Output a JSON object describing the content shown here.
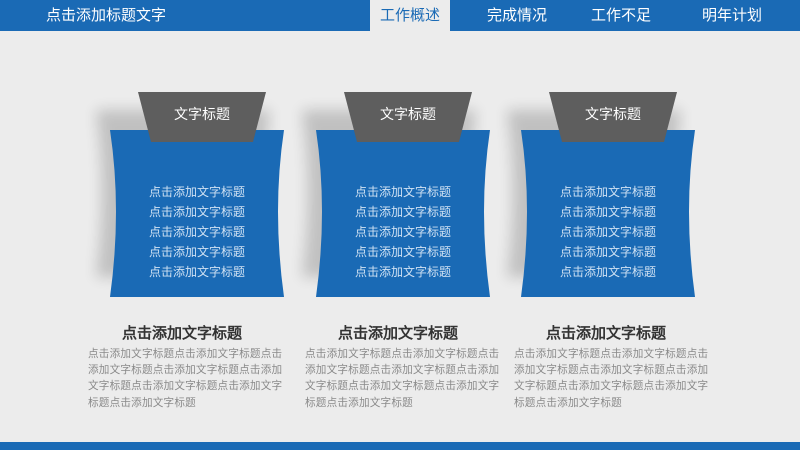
{
  "header": {
    "title": "点击添加标题文字",
    "tabs": [
      {
        "label": "工作概述",
        "active": true
      },
      {
        "label": "完成情况",
        "active": false
      },
      {
        "label": "工作不足",
        "active": false
      },
      {
        "label": "明年计划",
        "active": false
      }
    ]
  },
  "cards": [
    {
      "tab_label": "文字标题",
      "lines": [
        "点击添加文字标题",
        "点击添加文字标题",
        "点击添加文字标题",
        "点击添加文字标题",
        "点击添加文字标题"
      ],
      "title": "点击添加文字标题",
      "body": "点击添加文字标题点击添加文字标题点击添加文字标题点击添加文字标题点击添加文字标题点击添加文字标题点击添加文字标题点击添加文字标题"
    },
    {
      "tab_label": "文字标题",
      "lines": [
        "点击添加文字标题",
        "点击添加文字标题",
        "点击添加文字标题",
        "点击添加文字标题",
        "点击添加文字标题"
      ],
      "title": "点击添加文字标题",
      "body": "点击添加文字标题点击添加文字标题点击添加文字标题点击添加文字标题点击添加文字标题点击添加文字标题点击添加文字标题点击添加文字标题"
    },
    {
      "tab_label": "文字标题",
      "lines": [
        "点击添加文字标题",
        "点击添加文字标题",
        "点击添加文字标题",
        "点击添加文字标题",
        "点击添加文字标题"
      ],
      "title": "点击添加文字标题",
      "body": "点击添加文字标题点击添加文字标题点击添加文字标题点击添加文字标题点击添加文字标题点击添加文字标题点击添加文字标题点击添加文字标题"
    }
  ],
  "colors": {
    "primary": "#1a6ab5",
    "tab_gray": "#5e5e5e",
    "background": "#ececec"
  }
}
